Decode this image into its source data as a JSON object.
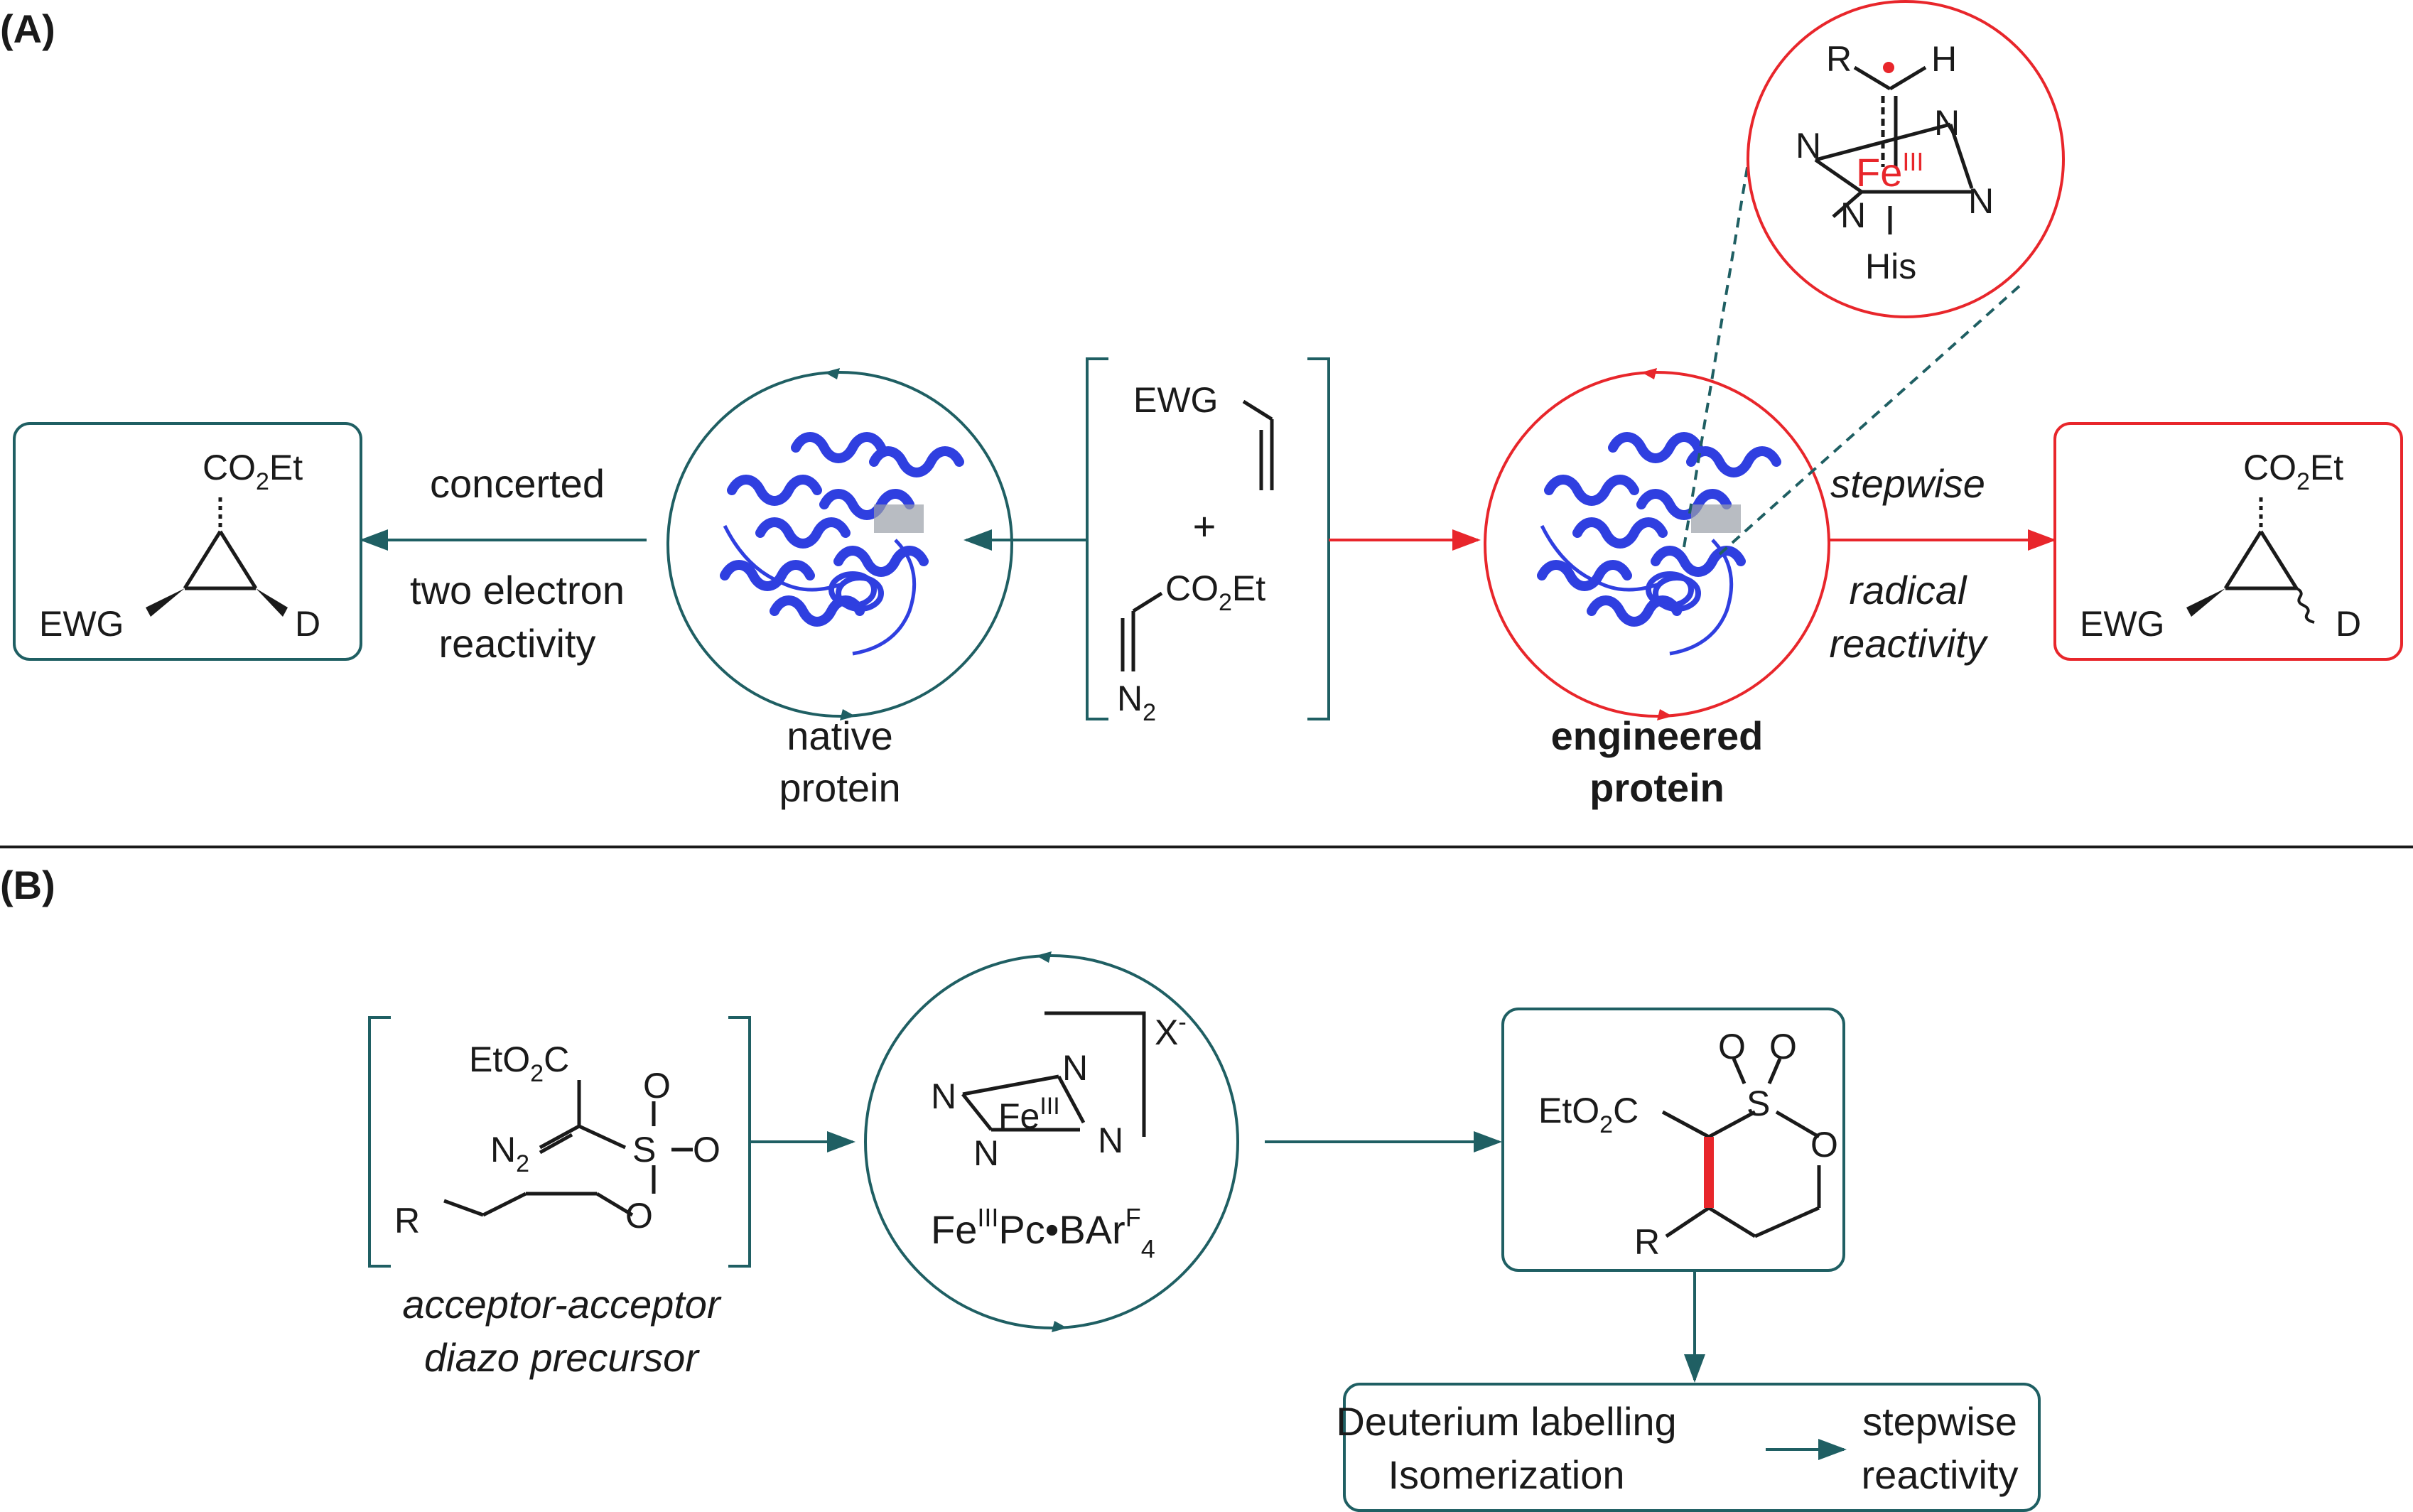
{
  "colors": {
    "teal": "#1f5f63",
    "red": "#e8262b",
    "blue": "#2f3fe0",
    "text": "#1a1a1a"
  },
  "panel_a": {
    "label": "(A)",
    "left_pathway": {
      "top": "concerted",
      "bottom_line1": "two electron",
      "bottom_line2": "reactivity"
    },
    "native_label": {
      "line1": "native",
      "line2": "protein"
    },
    "engineered_label": {
      "line1": "engineered",
      "line2": "protein"
    },
    "right_pathway": {
      "top": "stepwise",
      "bottom_line1": "radical",
      "bottom_line2": "reactivity"
    },
    "reactants": {
      "olefin": "EWG",
      "plus": "+",
      "ester": "CO",
      "ester_sub": "2",
      "ester_tail": "Et",
      "diazo": "N",
      "diazo_sub": "2"
    },
    "product": {
      "ester": "CO",
      "ester_sub": "2",
      "ester_tail": "Et",
      "ewg": "EWG",
      "d": "D"
    },
    "inset": {
      "r": "R",
      "h": "H",
      "fe": "Fe",
      "fe_sup": "III",
      "n": "N",
      "his": "His"
    }
  },
  "panel_b": {
    "label": "(B)",
    "precursor": {
      "ester": "EtO",
      "ester_sub": "2",
      "ester_tail": "C",
      "o": "O",
      "s": "S",
      "n2": "N",
      "n2_sub": "2",
      "r": "R",
      "caption1": "acceptor-acceptor",
      "caption2": "diazo precursor"
    },
    "catalyst": {
      "fe": "Fe",
      "fe_sup": "III",
      "n": "N",
      "counter": "X",
      "counter_sup": "-",
      "name_fe": "Fe",
      "name_sup": "III",
      "name_mid": "Pc•BAr",
      "name_sup2": "F",
      "name_sub": "4"
    },
    "product": {
      "ester": "EtO",
      "ester_sub": "2",
      "ester_tail": "C",
      "o": "O",
      "s": "S",
      "r": "R"
    },
    "conclusion": {
      "left1": "Deuterium labelling",
      "left2": "Isomerization",
      "right1": "stepwise",
      "right2": "reactivity"
    }
  }
}
